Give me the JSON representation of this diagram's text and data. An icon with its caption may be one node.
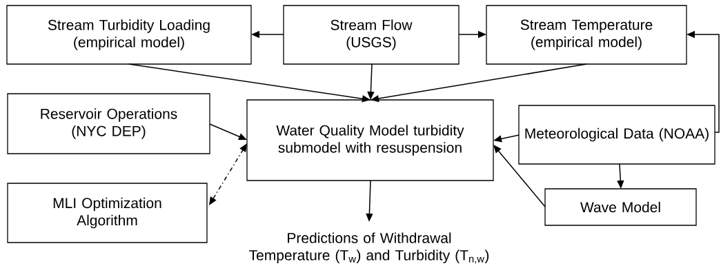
{
  "diagram": {
    "nodes": [
      {
        "text": [
          "Stream Turbidity Loading (empirical model)"
        ]
      },
      {
        "text": [
          "Stream Flow (USGS)"
        ]
      },
      {
        "text": [
          "Stream Temperature (empirical model)"
        ]
      },
      {
        "text": [
          "Reservoir Operations (NYC DEP)"
        ]
      },
      {
        "text": [
          "Water Quality Model turbidity submodel with resuspension"
        ]
      },
      {
        "text": [
          "Meteorological Data (NOAA)"
        ]
      },
      {
        "text": [
          "MLI Optimization Algorithm"
        ]
      },
      {
        "text": [
          "Wave Model"
        ]
      },
      {
        "text": [
          "Predictions of Withdrawal Temperature (T$_{w}$) and Turbidity (T$_{n,w}$)"
        ]
      }
    ],
    "edges": [
      {
        "from": 1,
        "to": 0,
        "arrow": "to"
      },
      {
        "from": 1,
        "to": 2,
        "arrow": "to"
      },
      {
        "from": 5,
        "to": 2,
        "arrow": "to"
      },
      {
        "from": 0,
        "to": 4,
        "arrow": "to"
      },
      {
        "from": 1,
        "to": 4,
        "arrow": "to"
      },
      {
        "from": 2,
        "to": 4,
        "arrow": "to"
      },
      {
        "from": 3,
        "to": 4,
        "arrow": "to"
      },
      {
        "from": 6,
        "to": 4,
        "arrow": "both",
        "style": "dashed"
      },
      {
        "from": 5,
        "to": 4,
        "arrow": "to"
      },
      {
        "from": 5,
        "to": 7,
        "arrow": "to"
      },
      {
        "from": 7,
        "to": 4,
        "arrow": "to"
      },
      {
        "from": 4,
        "to": 8,
        "arrow": "to"
      }
    ]
  }
}
